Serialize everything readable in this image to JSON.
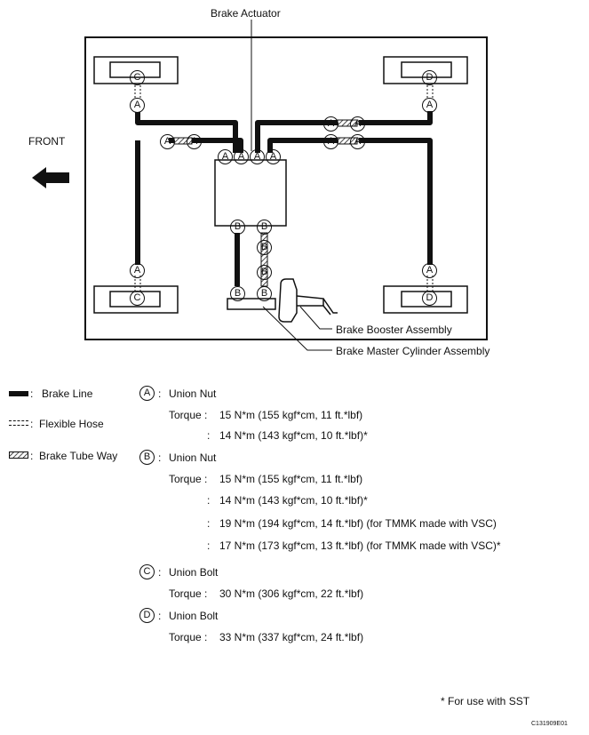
{
  "labels": {
    "actuator": "Brake Actuator",
    "front": "FRONT",
    "booster": "Brake Booster Assembly",
    "master": "Brake Master Cylinder Assembly",
    "figure_code": "C131909E01"
  },
  "markers": {
    "a": "A",
    "b": "B",
    "c": "C",
    "d": "D"
  },
  "legend": {
    "brake_line": "Brake Line",
    "flexible_hose": "Flexible Hose",
    "tube_way": "Brake Tube Way",
    "sep": ":"
  },
  "specs": [
    {
      "letter": "A",
      "name": "Union Nut",
      "torque_label": "Torque :",
      "values": [
        "15 N*m (155 kgf*cm, 11 ft.*lbf)",
        "14 N*m (143 kgf*cm, 10 ft.*lbf)*"
      ]
    },
    {
      "letter": "B",
      "name": "Union Nut",
      "torque_label": "Torque :",
      "values": [
        "15 N*m (155 kgf*cm, 11 ft.*lbf)",
        "14 N*m (143 kgf*cm, 10 ft.*lbf)*",
        "19 N*m (194 kgf*cm, 14 ft.*lbf) (for TMMK made with VSC)",
        "17 N*m (173 kgf*cm, 13 ft.*lbf) (for TMMK made with VSC)*"
      ]
    },
    {
      "letter": "C",
      "name": "Union Bolt",
      "torque_label": "Torque :",
      "values": [
        "30 N*m (306 kgf*cm, 22 ft.*lbf)"
      ]
    },
    {
      "letter": "D",
      "name": "Union Bolt",
      "torque_label": "Torque :",
      "values": [
        "33 N*m (337 kgf*cm, 24 ft.*lbf)"
      ]
    }
  ],
  "footnote": "* For use with SST"
}
